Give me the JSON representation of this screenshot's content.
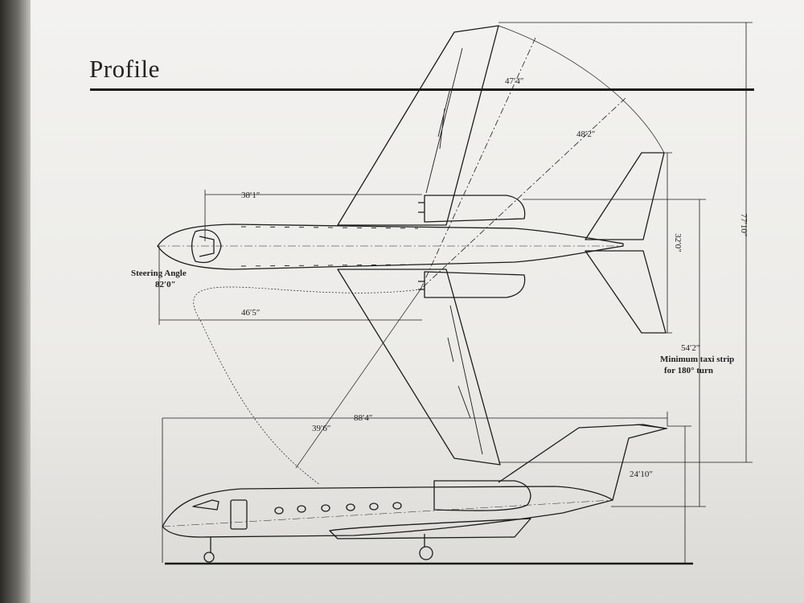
{
  "page": {
    "title": "Profile"
  },
  "dimensions": {
    "wing_panel_span": "47′4″",
    "wing_radius": "48′2″",
    "nose_to_wing": "38′1″",
    "horizontal_tail_span": "32′0″",
    "overall_height_top_view": "77′10″",
    "steering_label": "Steering Angle",
    "steering_value": "82′0″",
    "nose_to_gear": "46′5″",
    "taxi_value": "54′2″",
    "taxi_label_1": "Minimum taxi strip",
    "taxi_label_2": "for 180° turn",
    "turn_radius": "39′6″",
    "overall_length": "88′4″",
    "overall_height": "24′10″"
  },
  "colors": {
    "ink": "#1c1c1c",
    "paper": "#eeede9"
  }
}
